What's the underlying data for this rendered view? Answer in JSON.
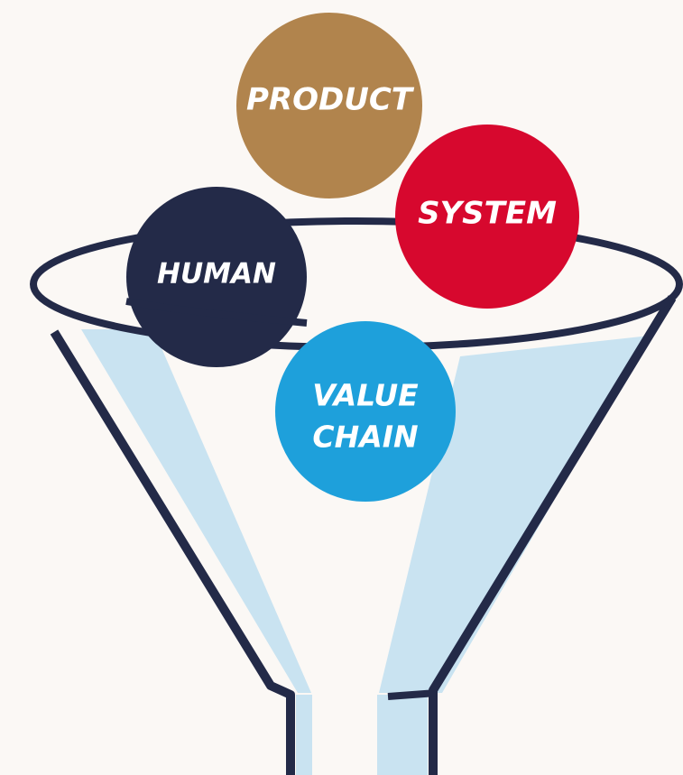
{
  "colors": {
    "background": "#fbf8f5",
    "funnel_outline": "#232a48",
    "funnel_fill": "#c9e3f1",
    "product": "#b1844d",
    "system": "#d7082e",
    "human": "#232a48",
    "value_chain": "#1ea0db"
  },
  "balls": {
    "product": {
      "label": "PRODUCT",
      "color": "#b1844d"
    },
    "system": {
      "label": "SYSTEM",
      "color": "#d7082e"
    },
    "human": {
      "label": "HUMAN",
      "color": "#232a48"
    },
    "value_chain": {
      "line1": "VALUE",
      "line2": "CHAIN",
      "color": "#1ea0db"
    }
  }
}
